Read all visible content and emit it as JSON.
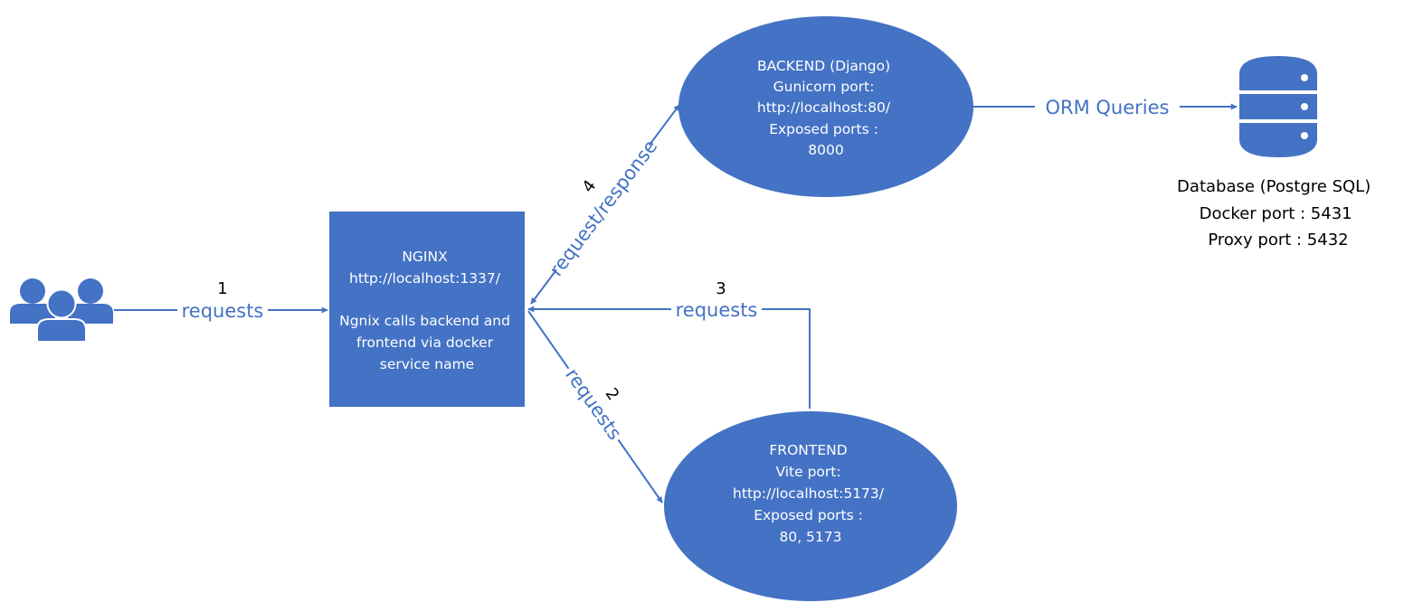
{
  "colors": {
    "accent": "#4472C4",
    "text_on_shape": "#ffffff",
    "background": "#ffffff"
  },
  "nodes": {
    "nginx": {
      "lines": [
        "NGINX",
        "http://localhost:1337/",
        "",
        "Ngnix calls backend and",
        "frontend via docker",
        "service name"
      ]
    },
    "backend": {
      "lines": [
        "BACKEND (Django)",
        "Gunicorn port:",
        "http://localhost:80/",
        "Exposed ports :",
        "8000"
      ]
    },
    "frontend": {
      "lines": [
        "FRONTEND",
        "Vite port:",
        "http://localhost:5173/",
        "Exposed ports :",
        "80, 5173"
      ]
    },
    "database": {
      "icon": "database-icon",
      "lines": [
        "Database (Postgre SQL)",
        "Docker port : 5431",
        "Proxy port : 5432"
      ]
    },
    "users": {
      "icon": "users-icon"
    }
  },
  "edges": {
    "e1": {
      "number": "1",
      "label": "requests"
    },
    "e2": {
      "number": "2",
      "label": "requests"
    },
    "e3": {
      "number": "3",
      "label": "requests"
    },
    "e4": {
      "number": "4",
      "label": "request/response"
    },
    "orm": {
      "label": "ORM Queries"
    }
  }
}
